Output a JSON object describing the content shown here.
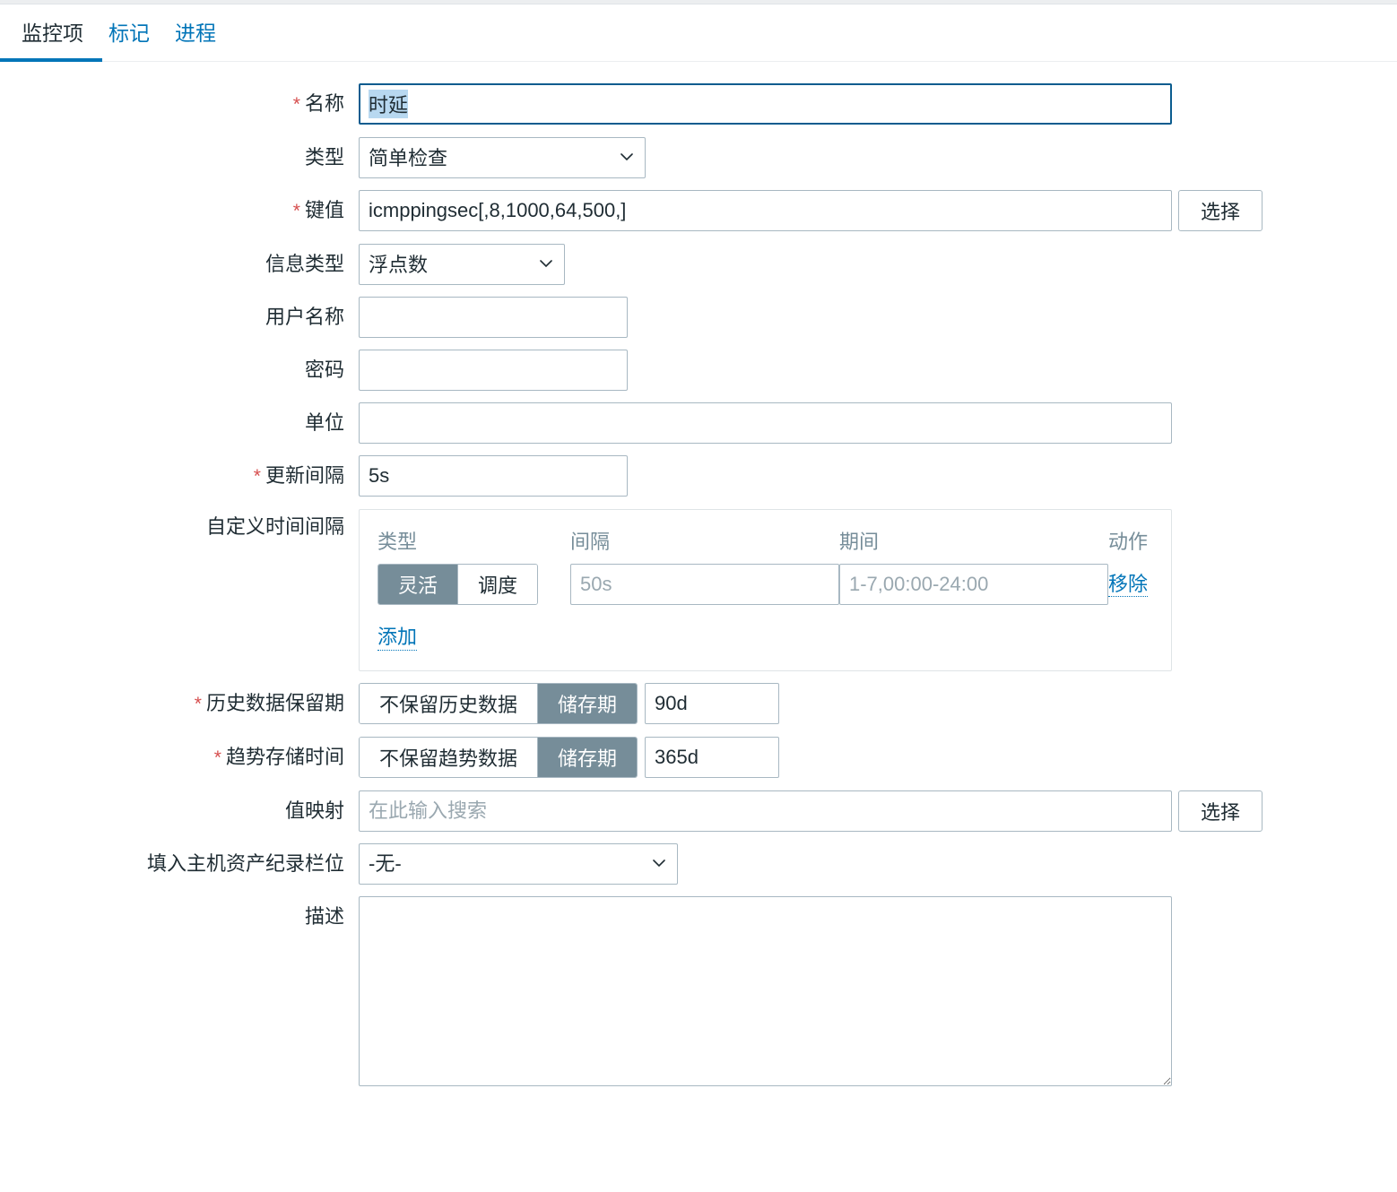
{
  "tabs": [
    {
      "label": "监控项",
      "active": true
    },
    {
      "label": "标记",
      "active": false
    },
    {
      "label": "进程",
      "active": false
    }
  ],
  "form": {
    "name": {
      "label": "名称",
      "required": true,
      "value": "时延",
      "selected": true
    },
    "type": {
      "label": "类型",
      "required": false,
      "value": "简单检查"
    },
    "key": {
      "label": "键值",
      "required": true,
      "value": "icmppingsec[,8,1000,64,500,]",
      "select_button": "选择"
    },
    "value_type": {
      "label": "信息类型",
      "required": false,
      "value": "浮点数"
    },
    "username": {
      "label": "用户名称",
      "required": false,
      "value": ""
    },
    "password": {
      "label": "密码",
      "required": false,
      "value": ""
    },
    "units": {
      "label": "单位",
      "required": false,
      "value": ""
    },
    "update_interval": {
      "label": "更新间隔",
      "required": true,
      "value": "5s"
    },
    "custom_intervals": {
      "label": "自定义时间间隔",
      "required": false,
      "headers": {
        "type": "类型",
        "interval": "间隔",
        "period": "期间",
        "action": "动作"
      },
      "rows": [
        {
          "type_options": [
            "灵活",
            "调度"
          ],
          "type_selected": "灵活",
          "interval_placeholder": "50s",
          "interval_value": "",
          "period_placeholder": "1-7,00:00-24:00",
          "period_value": "",
          "action_label": "移除"
        }
      ],
      "add_label": "添加"
    },
    "history": {
      "label": "历史数据保留期",
      "required": true,
      "options": [
        "不保留历史数据",
        "储存期"
      ],
      "selected": "储存期",
      "value": "90d"
    },
    "trends": {
      "label": "趋势存储时间",
      "required": true,
      "options": [
        "不保留趋势数据",
        "储存期"
      ],
      "selected": "储存期",
      "value": "365d"
    },
    "value_map": {
      "label": "值映射",
      "required": false,
      "value": "",
      "placeholder": "在此输入搜索",
      "select_button": "选择"
    },
    "inventory_field": {
      "label": "填入主机资产纪录栏位",
      "required": false,
      "value": "-无-"
    },
    "description": {
      "label": "描述",
      "required": false,
      "value": ""
    }
  },
  "colors": {
    "accent": "#0275b8",
    "toggle_on_bg": "#768d99",
    "required_star": "#d64e4e",
    "border": "#a8b8c2",
    "selection_highlight": "#b8d8f0"
  }
}
